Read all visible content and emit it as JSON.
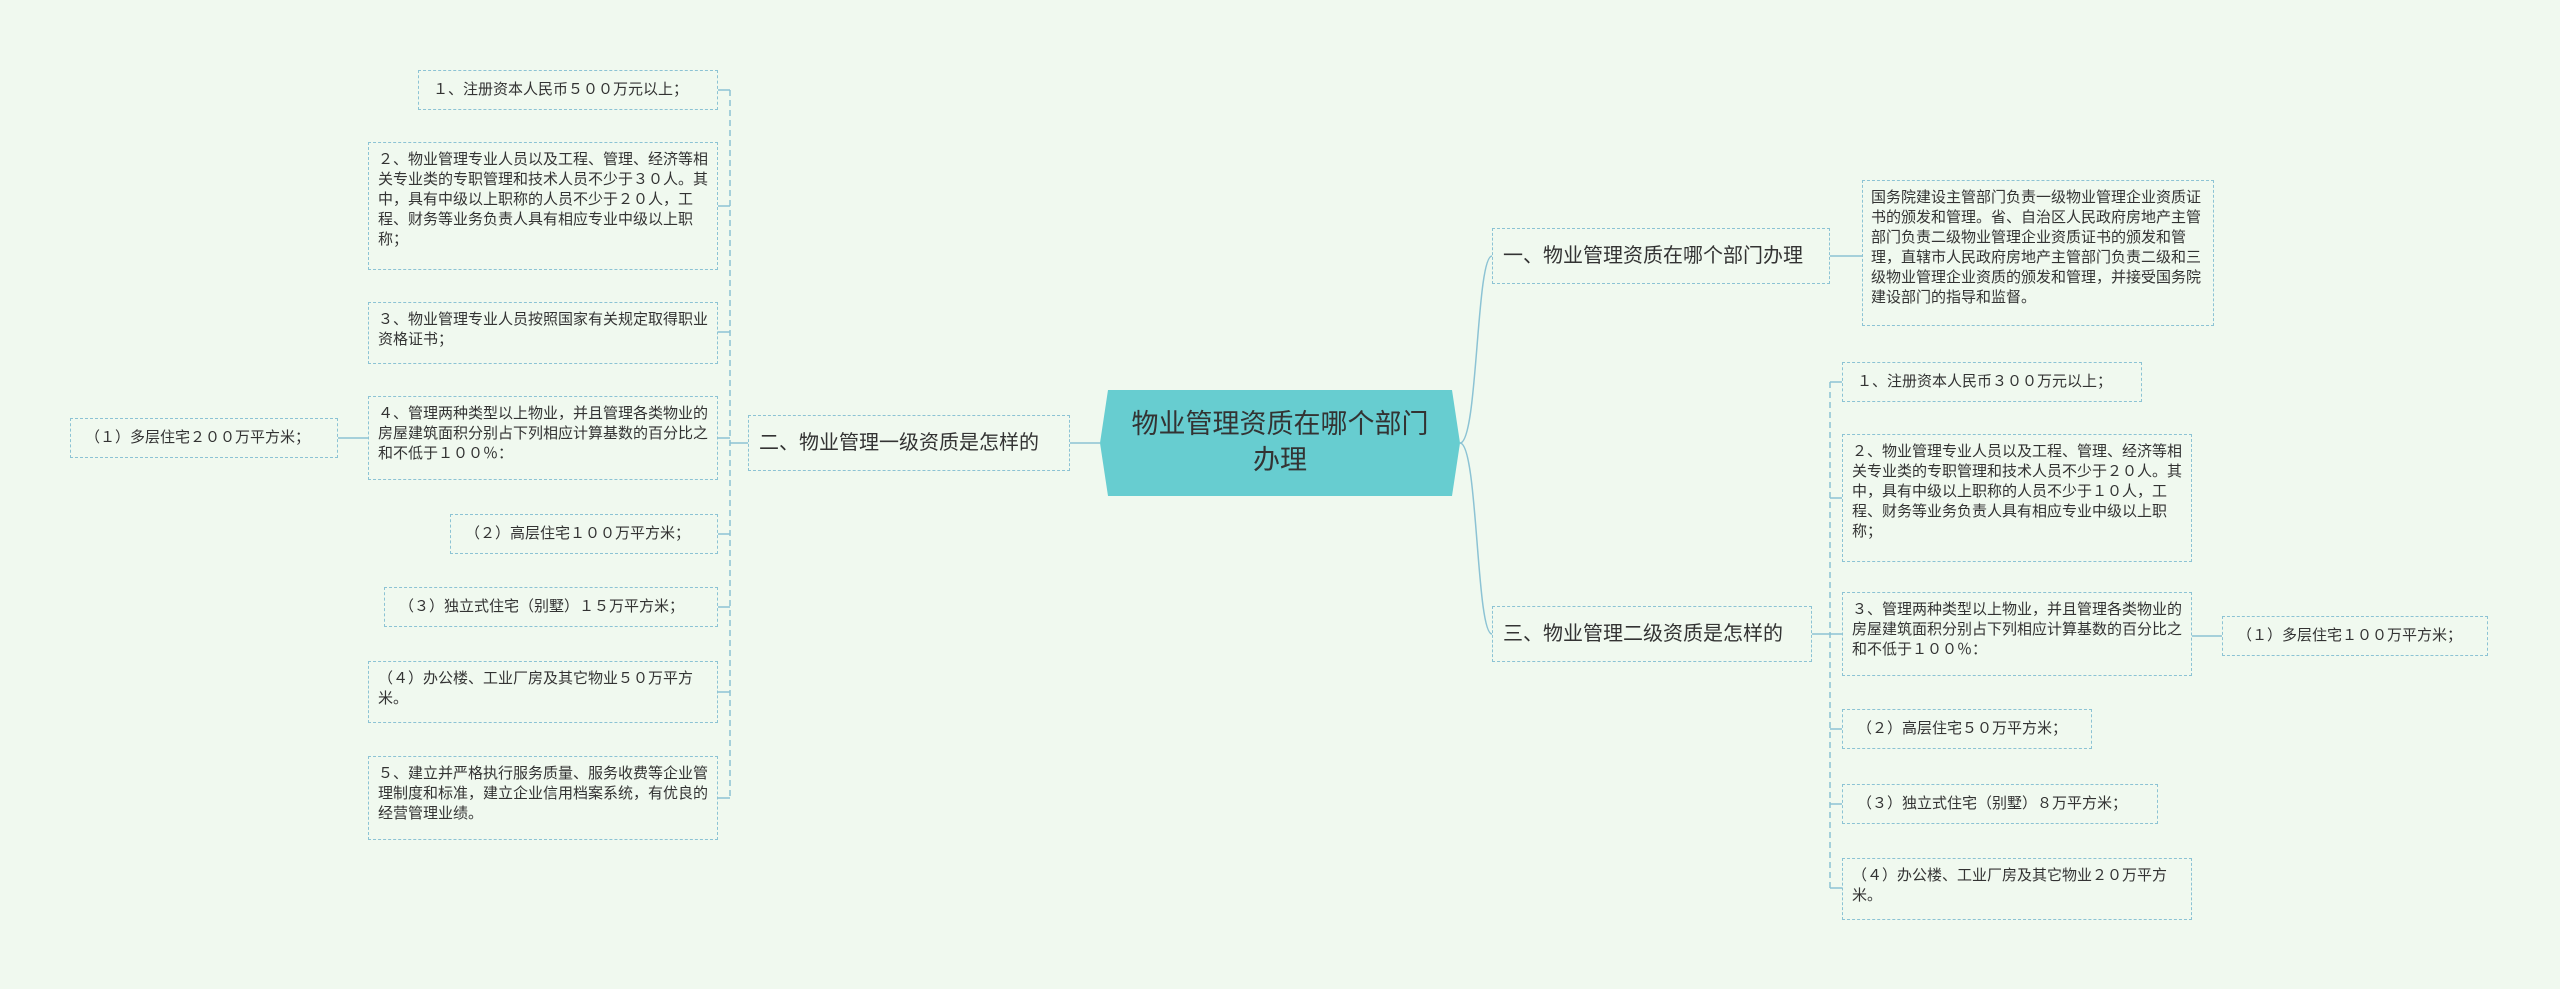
{
  "root": {
    "label": "物业管理资质在哪个部门办理"
  },
  "branches": {
    "b1": {
      "label": "一、物业管理资质在哪个部门办理",
      "items": {
        "i1": "国务院建设主管部门负责一级物业管理企业资质证书的颁发和管理。省、自治区人民政府房地产主管部门负责二级物业管理企业资质证书的颁发和管理，直辖市人民政府房地产主管部门负责二级和三级物业管理企业资质的颁发和管理，并接受国务院建设部门的指导和监督。"
      }
    },
    "b2": {
      "label": "二、物业管理一级资质是怎样的",
      "items": {
        "i1": "１、注册资本人民币５００万元以上；",
        "i2": "２、物业管理专业人员以及工程、管理、经济等相关专业类的专职管理和技术人员不少于３０人。其中，具有中级以上职称的人员不少于２０人，工程、财务等业务负责人具有相应专业中级以上职称；",
        "i3": "３、物业管理专业人员按照国家有关规定取得职业资格证书；",
        "i4": "４、管理两种类型以上物业，并且管理各类物业的房屋建筑面积分别占下列相应计算基数的百分比之和不低于１００％：",
        "i4a": "（１）多层住宅２００万平方米；",
        "i5": "（２）高层住宅１００万平方米；",
        "i6": "（３）独立式住宅（别墅）１５万平方米；",
        "i7": "（４）办公楼、工业厂房及其它物业５０万平方米。",
        "i8": "５、建立并严格执行服务质量、服务收费等企业管理制度和标准，建立企业信用档案系统，有优良的经营管理业绩。"
      }
    },
    "b3": {
      "label": "三、物业管理二级资质是怎样的",
      "items": {
        "i1": "１、注册资本人民币３００万元以上；",
        "i2": "２、物业管理专业人员以及工程、管理、经济等相关专业类的专职管理和技术人员不少于２０人。其中，具有中级以上职称的人员不少于１０人，工程、财务等业务负责人具有相应专业中级以上职称；",
        "i3": "３、管理两种类型以上物业，并且管理各类物业的房屋建筑面积分别占下列相应计算基数的百分比之和不低于１００％：",
        "i3a": "（１）多层住宅１００万平方米；",
        "i4": "（２）高层住宅５０万平方米；",
        "i5": "（３）独立式住宅（别墅）８万平方米；",
        "i6": "（４）办公楼、工业厂房及其它物业２０万平方米。"
      }
    }
  },
  "colors": {
    "background": "#f0f9ef",
    "root_fill": "#67cdd0",
    "connector": "#8cc3d4"
  }
}
